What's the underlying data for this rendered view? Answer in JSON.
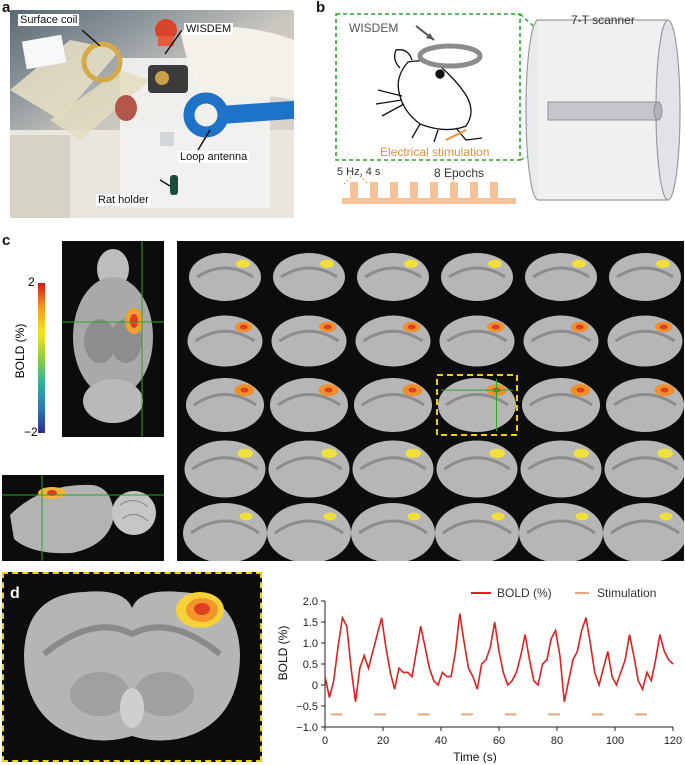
{
  "panels": {
    "a": "a",
    "b": "b",
    "c": "c",
    "d": "d"
  },
  "panel_a": {
    "surface_coil": "Surface coil",
    "wisdem": "WISDEM",
    "loop_antenna": "Loop antenna",
    "rat_holder": "Rat holder"
  },
  "panel_b": {
    "wisdem": "WISDEM",
    "scanner": "7-T scanner",
    "electrical_stimulation": "Electrical stimulation",
    "stim_params": "5 Hz, 4 s",
    "epochs": "8 Epochs"
  },
  "panel_c": {
    "colorbar_label": "BOLD (%)",
    "colorbar_max": "2",
    "colorbar_min": "−2"
  },
  "colors": {
    "bold_line": "#e0201e",
    "stimulation": "#e6a57c",
    "dashed_green": "#2aa52a",
    "highlight_yellow": "#f0d000"
  },
  "chart_data": {
    "type": "line",
    "xlabel": "Time (s)",
    "ylabel": "BOLD (%)",
    "xlim": [
      0,
      120
    ],
    "ylim": [
      -1.0,
      2.0
    ],
    "xticks": [
      "0",
      "20",
      "40",
      "60",
      "80",
      "100",
      "120"
    ],
    "yticks": [
      "−1.0",
      "−0.5",
      "0",
      "0.5",
      "1.0",
      "1.5",
      "2.0"
    ],
    "legend": [
      "BOLD (%)",
      "Stimulation"
    ],
    "legend_position": "top-right",
    "series": [
      {
        "name": "BOLD (%)",
        "x": [
          0,
          1.5,
          3,
          4.5,
          6,
          7.5,
          9,
          10.5,
          12,
          13.5,
          15,
          16.5,
          18,
          19.5,
          21,
          22.5,
          24,
          25.5,
          27,
          28.5,
          30,
          31.5,
          33,
          34.5,
          36,
          37.5,
          39,
          40.5,
          42,
          43.5,
          45,
          46.5,
          48,
          49.5,
          51,
          52.5,
          54,
          55.5,
          57,
          58.5,
          60,
          61.5,
          63,
          64.5,
          66,
          67.5,
          69,
          70.5,
          72,
          73.5,
          75,
          76.5,
          78,
          79.5,
          81,
          82.5,
          84,
          85.5,
          87,
          88.5,
          90,
          91.5,
          93,
          94.5,
          96,
          97.5,
          99,
          100.5,
          102,
          103.5,
          105,
          106.5,
          108,
          109.5,
          111,
          112.5,
          114,
          115.5,
          117,
          118.5,
          120
        ],
        "values": [
          0.2,
          -0.3,
          0.1,
          0.9,
          1.6,
          1.4,
          0.4,
          -0.4,
          0.4,
          0.7,
          0.4,
          0.8,
          1.2,
          1.6,
          0.9,
          0.3,
          -0.1,
          0.4,
          0.3,
          0.3,
          0.2,
          0.8,
          1.4,
          0.9,
          0.4,
          0.1,
          0.0,
          0.3,
          0.2,
          0.2,
          0.8,
          1.7,
          1.0,
          0.4,
          0.2,
          -0.1,
          0.5,
          0.6,
          0.9,
          1.5,
          0.8,
          0.3,
          0.0,
          0.1,
          0.3,
          0.7,
          1.2,
          0.6,
          0.1,
          0.0,
          0.5,
          0.6,
          1.1,
          1.3,
          0.7,
          -0.4,
          0.1,
          0.6,
          0.8,
          1.3,
          1.6,
          1.0,
          0.3,
          0.0,
          0.4,
          0.8,
          0.2,
          0.0,
          0.3,
          0.6,
          1.2,
          0.7,
          0.1,
          -0.1,
          0.3,
          0.1,
          0.6,
          1.2,
          0.8,
          0.6,
          0.5
        ]
      },
      {
        "name": "Stimulation",
        "x": [
          2,
          17,
          32,
          47,
          62,
          77,
          92,
          107
        ],
        "duration": 4,
        "level": -0.7
      }
    ]
  }
}
